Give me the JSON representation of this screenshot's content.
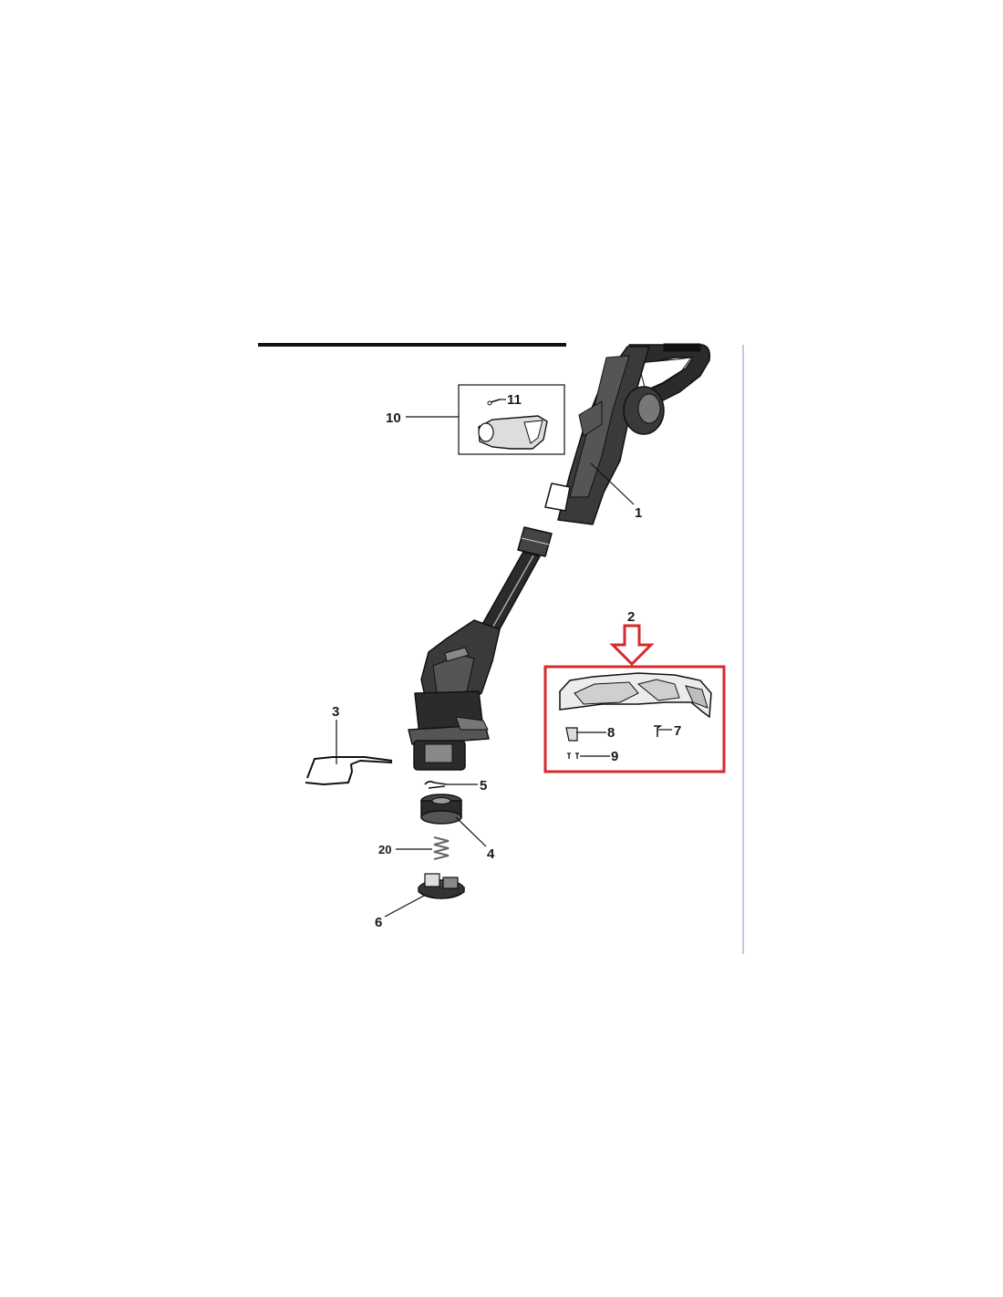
{
  "diagram": {
    "parts": [
      {
        "id": "p1",
        "label": "1"
      },
      {
        "id": "p2",
        "label": "2"
      },
      {
        "id": "p3",
        "label": "3"
      },
      {
        "id": "p4",
        "label": "4"
      },
      {
        "id": "p5",
        "label": "5"
      },
      {
        "id": "p6",
        "label": "6"
      },
      {
        "id": "p7",
        "label": "7"
      },
      {
        "id": "p8",
        "label": "8"
      },
      {
        "id": "p9",
        "label": "9"
      },
      {
        "id": "p10",
        "label": "10"
      },
      {
        "id": "p11",
        "label": "11"
      },
      {
        "id": "p20",
        "label": "20"
      }
    ],
    "colors": {
      "highlight": "#d62a2f",
      "ink": "#1a1a1a",
      "part_fill": "#2b2b2b",
      "margin_rule": "#a9bcd6"
    },
    "icons": [
      "down-arrow-icon"
    ]
  }
}
